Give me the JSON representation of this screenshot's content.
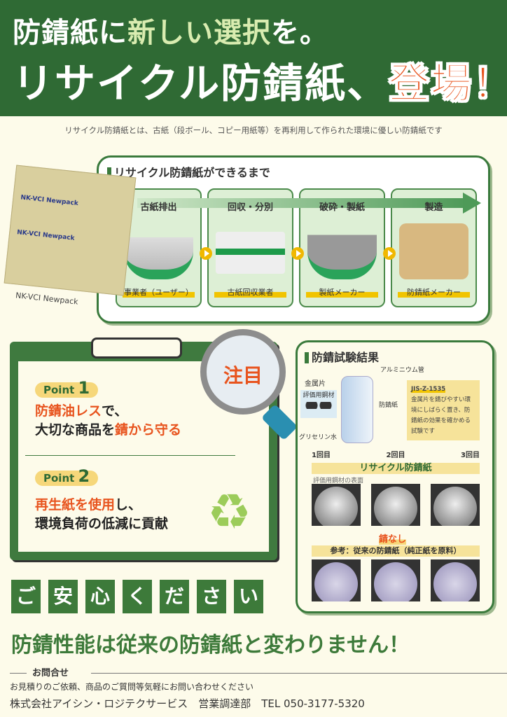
{
  "header": {
    "line1_a": "防錆紙に",
    "line1_hl": "新しい選択",
    "line1_b": "を。",
    "line2_a": "リサイクル防錆紙、",
    "line2_hl": "登場！"
  },
  "subtitle": "リサイクル防錆紙とは、古紙（段ボール、コピー用紙等）を再利用して作られた環境に優しい防錆紙です",
  "product": {
    "label": "NK-VCI Newpack",
    "print1": "NK-VCI Newpack",
    "print2": "NK-VCI Newpack"
  },
  "process": {
    "title": "リサイクル防錆紙ができるまで",
    "steps": [
      {
        "title": "古紙排出",
        "label": "事業者（ユーザー）"
      },
      {
        "title": "回収・分別",
        "label": "古紙回収業者"
      },
      {
        "title": "破砕・製紙",
        "label": "製紙メーカー"
      },
      {
        "title": "製造",
        "label": "防錆紙メーカー"
      }
    ]
  },
  "clipboard": {
    "magnifier": "注目",
    "point1": {
      "word": "Point",
      "num": "1",
      "l1_hl": "防錆油レス",
      "l1": "で、",
      "l2_a": "大切な商品を",
      "l2_hl": "錆から守る"
    },
    "point2": {
      "word": "Point",
      "num": "2",
      "l1_hl": "再生紙を使用",
      "l1": "し、",
      "l2": "環境負荷の低減に貢献"
    }
  },
  "test": {
    "title": "防錆試験結果",
    "tube": "アルミニウム管",
    "metal": "金属片",
    "specimen": "評価用鋼材",
    "paper": "防錆紙",
    "glycerin": "グリセリン水",
    "note_title": "JIS-Z-1535",
    "note": "金属片を錆びやすい環境にしばらく置き、防錆紙の効果を確かめる試験です",
    "rounds": [
      "1回目",
      "2回目",
      "3回目"
    ],
    "recycle_bar": "リサイクル防錆紙",
    "surface": "評価用鋼材の表面",
    "no_rust": "錆なし",
    "ref_bar": "参考：従来の防錆紙（純正紙を原料）"
  },
  "reassure": [
    "ご",
    "安",
    "心",
    "く",
    "だ",
    "さ",
    "い"
  ],
  "headline": "防錆性能は従来の防錆紙と変わりません！",
  "contact": {
    "title": "お問合せ",
    "text": "お見積りのご依頼、商品のご質問等気軽にお問い合わせください",
    "company": "株式会社アイシン・ロジテクサービス　営業調達部　TEL  050-3177-5320"
  },
  "colors": {
    "green": "#2f6a34",
    "orange": "#e8541e",
    "yellow": "#f1c400"
  }
}
